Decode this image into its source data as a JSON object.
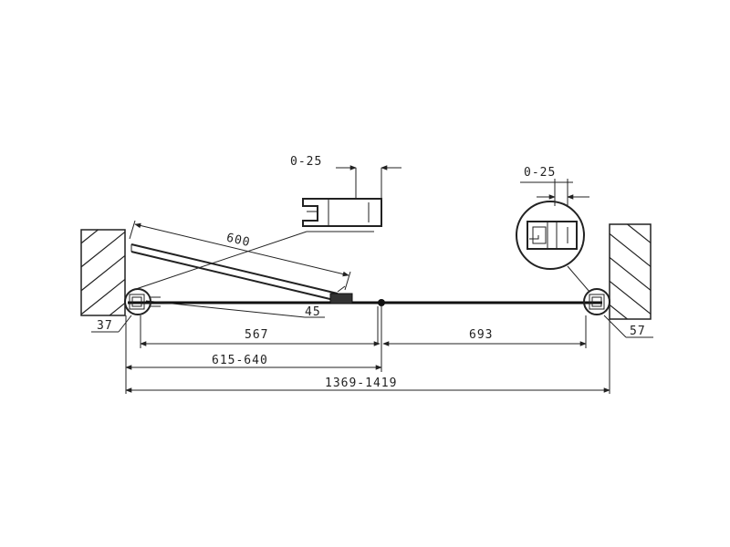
{
  "dimensions": {
    "top_left_gap": "0-25",
    "top_right_gap": "0-25",
    "door_open_width": "600",
    "pivot_offset": "45",
    "left_wall_offset": "37",
    "right_wall_offset": "57",
    "fixed_panel": "567",
    "sliding_panel": "693",
    "left_section": "615-640",
    "total_width": "1369-1419"
  },
  "colors": {
    "line": "#222222",
    "background": "#ffffff"
  }
}
